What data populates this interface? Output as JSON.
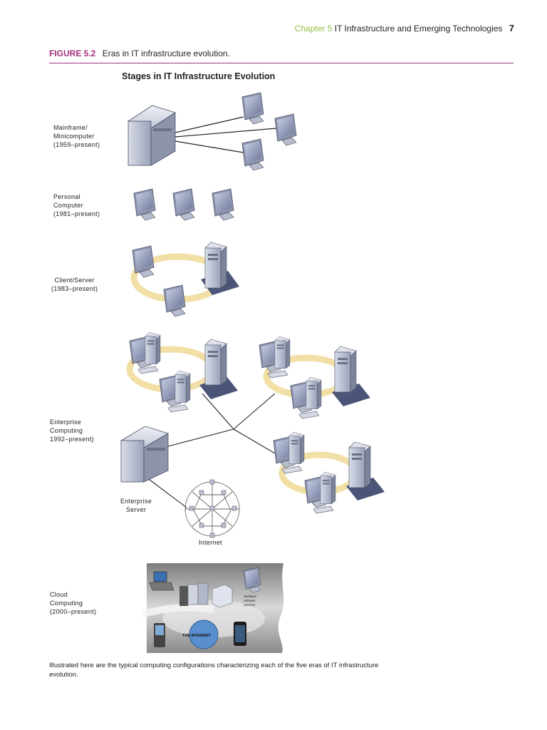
{
  "header": {
    "chapter": "Chapter 5",
    "title": "IT Infrastructure and Emerging Technologies",
    "page": "7"
  },
  "figure": {
    "number": "FIGURE 5.2",
    "title": "Eras in IT infrastructure evolution."
  },
  "diagram": {
    "title": "Stages in IT Infrastructure Evolution",
    "eras": [
      {
        "line1": "Mainframe/",
        "line2": "Minicomputer",
        "line3": "(1959–present)"
      },
      {
        "line1": "Personal",
        "line2": "Computer",
        "line3": "(1981–present)"
      },
      {
        "line1": "Client/Server",
        "line2": "(1983–present)",
        "line3": ""
      },
      {
        "line1": "Enterprise",
        "line2": "Computing",
        "line3": "1992–present)"
      },
      {
        "line1": "Cloud",
        "line2": "Computing",
        "line3": "(2000–present)"
      }
    ],
    "enterprise_server_label": [
      "Enterprise",
      "Server"
    ],
    "internet_label": "Internet",
    "cloud_internet_label": "THE INTERNET",
    "cloud_services_label": [
      "Hardware",
      "Software",
      "Services"
    ]
  },
  "caption": "Illustrated here are the typical computing configurations characterizing each of the five eras of IT infrastructure evolution."
}
